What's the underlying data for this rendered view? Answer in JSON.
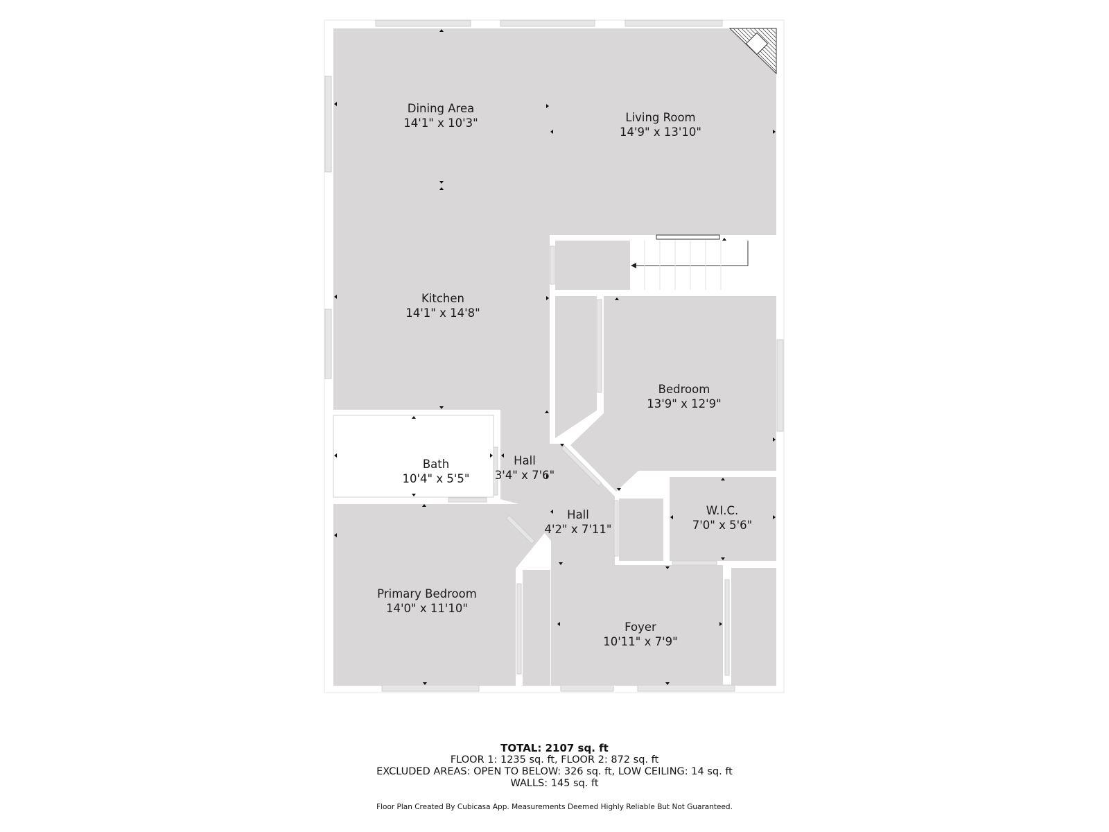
{
  "colors": {
    "room_fill": "#d9d7d8",
    "wall": "#ffffff",
    "wall_edge": "#cfcfcf",
    "window": "#e6e6e6",
    "background": "#ffffff"
  },
  "rooms": [
    {
      "name": "Dining Area",
      "dims": "14'1\" x 10'3\""
    },
    {
      "name": "Living Room",
      "dims": "14'9\" x 13'10\""
    },
    {
      "name": "Kitchen",
      "dims": "14'1\" x 14'8\""
    },
    {
      "name": "Bedroom",
      "dims": "13'9\" x 12'9\""
    },
    {
      "name": "Bath",
      "dims": "10'4\" x 5'5\""
    },
    {
      "name": "Hall",
      "dims": "3'4\" x 7'6\""
    },
    {
      "name": "Hall",
      "dims": "4'2\" x 7'11\""
    },
    {
      "name": "W.I.C.",
      "dims": "7'0\" x 5'6\""
    },
    {
      "name": "Primary Bedroom",
      "dims": "14'0\" x 11'10\""
    },
    {
      "name": "Foyer",
      "dims": "10'11\" x 7'9\""
    }
  ],
  "summary": {
    "total": "TOTAL: 2107 sq. ft",
    "floors": "FLOOR 1: 1235 sq. ft, FLOOR 2: 872 sq. ft",
    "excluded": "EXCLUDED AREAS: OPEN TO BELOW: 326 sq. ft, LOW CEILING: 14 sq. ft",
    "walls": "WALLS: 145 sq. ft"
  },
  "credit": "Floor Plan Created By Cubicasa App. Measurements Deemed Highly Reliable But Not Guaranteed."
}
